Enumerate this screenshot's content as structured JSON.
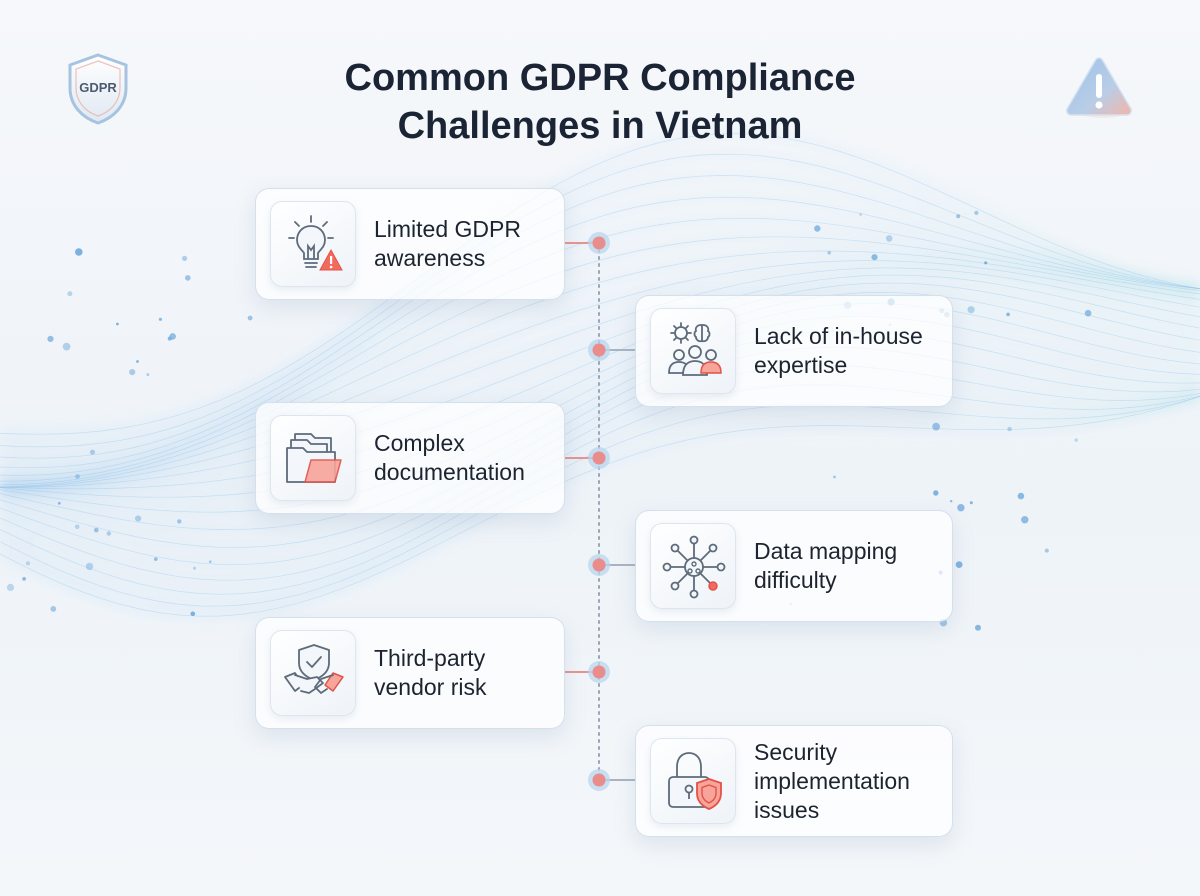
{
  "title": {
    "line1": "Common GDPR Compliance",
    "line2": "Challenges in Vietnam"
  },
  "badge": {
    "text": "GDPR",
    "icon": "shield-icon"
  },
  "corner_icon": "warning-triangle-icon",
  "colors": {
    "accent_red": "#ef5b55",
    "node_fill": "#e88d8c",
    "node_ring": "#b9d6ee",
    "connector": "#a9b4c2",
    "wave_blue": "#6fb1e6",
    "title": "#1a2434"
  },
  "challenges": [
    {
      "line1": "Limited GDPR",
      "line2": "awareness",
      "line3": "",
      "icon": "lightbulb-warning-icon",
      "side": "left"
    },
    {
      "line1": "Lack of in-house",
      "line2": "expertise",
      "line3": "",
      "icon": "gear-brain-team-icon",
      "side": "right"
    },
    {
      "line1": "Complex",
      "line2": "documentation",
      "line3": "",
      "icon": "folder-files-icon",
      "side": "left"
    },
    {
      "line1": "Data mapping",
      "line2": "difficulty",
      "line3": "",
      "icon": "network-hub-icon",
      "side": "right"
    },
    {
      "line1": "Third-party",
      "line2": "vendor risk",
      "line3": "",
      "icon": "handshake-shield-icon",
      "side": "left"
    },
    {
      "line1": "Security",
      "line2": "implementation",
      "line3": "issues",
      "icon": "padlock-shield-icon",
      "side": "right"
    }
  ]
}
